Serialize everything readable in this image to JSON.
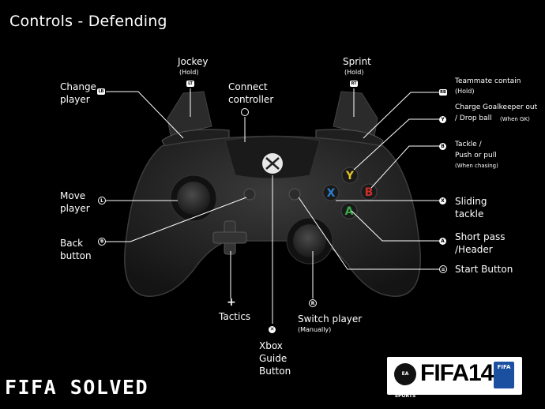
{
  "title": "Controls - Defending",
  "brand": "FIFA SOLVED",
  "logo": {
    "ea": "EA SPORTS",
    "game": "FIFA14",
    "badge": "FIFA"
  },
  "labels": {
    "jockey": "Jockey",
    "jockey_sub": "(Hold)",
    "sprint": "Sprint",
    "sprint_sub": "(Hold)",
    "change_player_1": "Change",
    "change_player_2": "player",
    "connect_1": "Connect",
    "connect_2": "controller",
    "teammate": "Teammate contain",
    "teammate_sub": "(Hold)",
    "charge_1": "Charge Goalkeeper out",
    "charge_2": "/ Drop ball",
    "charge_sub": "(When GK)",
    "tackle_1": "Tackle /",
    "tackle_2": "Push or pull",
    "tackle_sub": "(When chasing)",
    "sliding_1": "Sliding",
    "sliding_2": "tackle",
    "shortpass_1": "Short pass",
    "shortpass_2": "/Header",
    "start": "Start Button",
    "move_1": "Move",
    "move_2": "player",
    "back_1": "Back",
    "back_2": "button",
    "tactics": "Tactics",
    "switch": "Switch player",
    "switch_sub": "(Manually)",
    "xbox_1": "Xbox",
    "xbox_2": "Guide",
    "xbox_3": "Button"
  },
  "icons": {
    "lt": "LT",
    "rt": "RT",
    "lb": "LB",
    "rb": "RB",
    "y": "Y",
    "b": "B",
    "x": "X",
    "a": "A",
    "l": "L",
    "r": "R"
  },
  "colors": {
    "background": "#000000",
    "button_y": "#e0c326",
    "button_b": "#c9302c",
    "button_x": "#2a7fd0",
    "button_a": "#3aa84a",
    "controller": "#2a2a2a"
  }
}
